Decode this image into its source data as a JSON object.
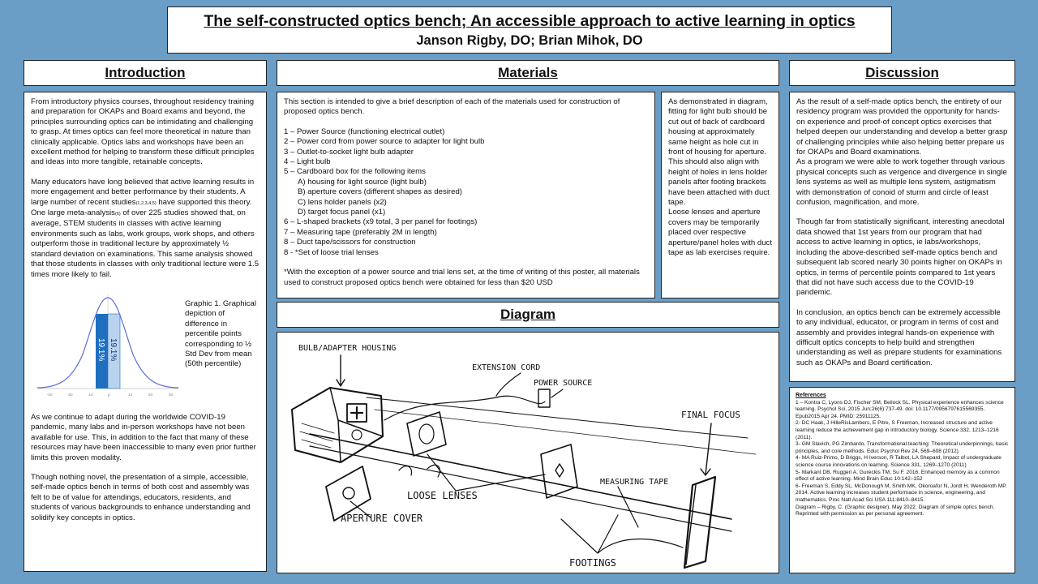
{
  "poster": {
    "title": "The self-constructed optics bench; An accessible approach to active learning in optics",
    "authors": "Janson Rigby, DO; Brian Mihok, DO"
  },
  "introduction": {
    "header": "Introduction",
    "p1": "From introductory physics courses, throughout residency training and preparation for OKAPs and Board exams and beyond, the principles surrounding optics can be intimidating and challenging to grasp. At times optics can feel more theoretical in nature than clinically applicable. Optics labs and workshops have been an excellent method for helping to transform these difficult principles and ideas into more tangible, retainable concepts.",
    "p2_a": "Many educators have long believed that active learning results in more engagement and better performance by their students. A large number of recent studies",
    "p2_cite1": "(1,2,3,4,5)",
    "p2_b": " have supported this theory. One large meta-analysis",
    "p2_cite2": "(6)",
    "p2_c": " of over 225 studies showed that, on average, STEM students in classes with active learning environments such as labs, work groups, work shops, and others outperform those in traditional lecture by approximately ½ standard deviation on examinations. This same analysis showed that those students in classes with only traditional lecture were 1.5 times more likely to fail.",
    "graphic_caption": "Graphic 1. Graphical depiction of difference in percentile points corresponding to ½ Std Dev from mean (50th percentile)",
    "graphic_label_1": "19.1%",
    "graphic_label_2": "19.1%",
    "graphic_ticks": [
      "-3σ",
      "-2σ",
      "-1σ",
      "μ",
      "1σ",
      "2σ",
      "3σ"
    ],
    "p3": "As we continue to adapt during the worldwide COVID-19 pandemic, many labs and in-person workshops have not been available for use. This, in addition to the fact that many of these resources may have been inaccessible to many even prior further limits this proven modality.",
    "p4": "Though nothing novel, the presentation of a simple, accessible, self-made optics bench in terms of both cost and assembly was felt to be of value for attendings, educators, residents, and students of various backgrounds to enhance understanding and solidify key concepts in optics."
  },
  "materials": {
    "header": "Materials",
    "intro": "This section is intended to give a brief description of each of the materials used for construction of proposed optics bench.",
    "items": [
      "1 – Power Source (functioning electrical outlet)",
      "2 – Power cord from power source to adapter for light bulb",
      "3 – Outlet-to-socket light bulb adapter",
      "4 – Light bulb",
      "5 – Cardboard box for the following items",
      "A) housing for light source (light bulb)",
      "B) aperture covers (different shapes as desired)",
      "C) lens holder panels (x2)",
      "D) target focus panel (x1)",
      "6 – L-shaped brackets (x9 total, 3 per panel for footings)",
      "7 – Measuring tape (preferably 2M in length)",
      "8 – Duct tape/scissors for construction",
      "8 - *Set of loose trial lenses"
    ],
    "footnote": "*With the exception of a power source and trial lens set, at the time of writing of this poster, all materials used to construct proposed optics bench were obtained for less than $20 USD",
    "side_p1": "As demonstrated in diagram, fitting for light bulb should be cut out of back of cardboard housing at approximately same height as hole cut in front of housing for aperture. This should also align with height of holes in lens holder panels after footing brackets have been attached with duct tape.",
    "side_p2": "Loose lenses and aperture covers may be temporarily placed over respective aperture/panel holes with duct tape as lab exercises require."
  },
  "diagram": {
    "header": "Diagram",
    "labels": {
      "bulb": "BULB/ADAPTER HOUSING",
      "cord": "EXTENSION CORD",
      "power": "POWER SOURCE",
      "focus": "FINAL FOCUS",
      "lenses": "LOOSE LENSES",
      "tape": "MEASURING TAPE",
      "aperture": "APERTURE COVER",
      "footings": "FOOTINGS"
    }
  },
  "discussion": {
    "header": "Discussion",
    "p1": "As the result of a self-made optics bench, the entirety of our residency program was provided the opportunity for hands-on experience and proof-of concept optics exercises that helped deepen our understanding and develop a better grasp of challenging principles while also helping better prepare us for OKAPs and Board examinations.",
    "p1b": "As a program we were able to work together through various physical concepts such as vergence and divergence in single lens systems as well as multiple lens system, astigmatism with demonstration of conoid of sturm and circle of least confusion, magnification, and more.",
    "p2": "Though far from statistically significant, interesting anecdotal data showed that 1st years from our program that had access to active learning in optics, ie labs/workshops, including the above-described self-made optics bench and subsequent lab scored nearly 30 points higher on OKAPs in optics, in terms of percentile points compared to 1st years that did not have such access due to the COVID-19 pandemic.",
    "p3": "In conclusion, an optics bench can be extremely accessible to any individual, educator, or program in terms of cost and assembly and provides integral hands-on experience with difficult optics concepts to help build and strengthen understanding as well as prepare students for examinations such as OKAPs and Board certification."
  },
  "references": {
    "title": "References",
    "items": [
      "1 – Kontra C, Lyons DJ, Fischer SM, Beilock SL. Physical experience enhances science learning. Psychol Sci. 2015 Jun;26(6):737-49. doi: 10.1177/0956797615569355. Epub2015 Apr 24. PMID: 25911125.",
      "2- DC Haak, J HilleRisLambers, E Pitre, S Freeman, Increased structure and active learning reduce the achievement gap in introductory biology. Science 332, 1213–1216 (2011).",
      "3- GM Slavich, PG Zimbardo, Transformational teaching: Theoretical underpinnings, basic principles, and core methods. Educ Psychol Rev 24, 569–608 (2012).",
      "4- MA Ruiz-Primo, D Briggs, H Iverson, R Talbot, LA Shepard, Impact of undergraduate science course innovations on learning. Science 331, 1269–1270 (2011)",
      "5- Markant DB, Ruggeri A, Gureckis TM, Su F. 2016. Enhanced memory as a common effect of active learning. Mind Brain Educ 10:142–152",
      "6- Freeman S, Eddy SL, McDonough M, Smith MK, Okoroafor N, Jordt H, Wenderoth MP. 2014. Active learning increases student performace in science, engineering, and mathematics. Proc Natl Acad Sci USA 111:8410–8415.",
      "Diagram – Rigby, C. (Graphic designer). May 2022. Diagram of simple optics bench. Reprinted with permission as per personal agreement."
    ]
  }
}
